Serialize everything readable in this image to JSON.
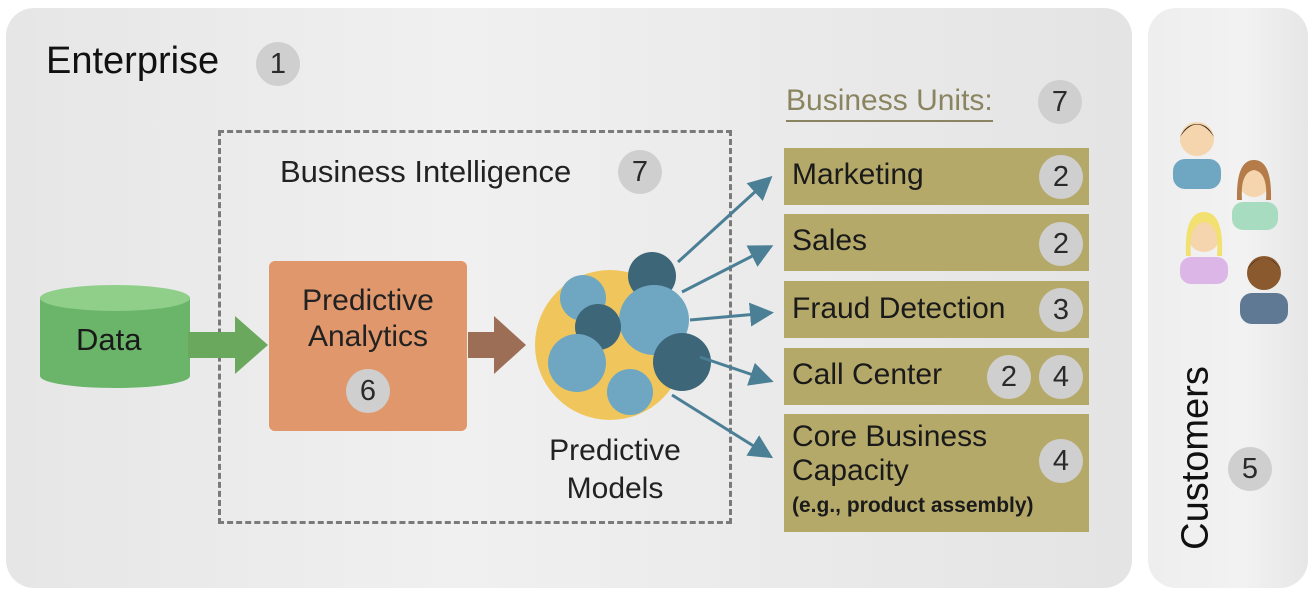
{
  "enterprise": {
    "title": "Enterprise",
    "badge": "1"
  },
  "business_intelligence": {
    "title": "Business Intelligence",
    "badge": "7"
  },
  "data_store": {
    "label": "Data"
  },
  "predictive_analytics": {
    "label": "Predictive\nAnalytics",
    "badge": "6"
  },
  "predictive_models": {
    "label": "Predictive\nModels"
  },
  "business_units": {
    "title": "Business Units:",
    "badge": "7",
    "items": [
      {
        "label": "Marketing",
        "badges": [
          "2"
        ]
      },
      {
        "label": "Sales",
        "badges": [
          "2"
        ]
      },
      {
        "label": "Fraud Detection",
        "badges": [
          "3"
        ]
      },
      {
        "label": "Call Center",
        "badges": [
          "2",
          "4"
        ]
      },
      {
        "label": "Core Business\nCapacity",
        "sublabel": "(e.g., product assembly)",
        "badges": [
          "4"
        ]
      }
    ]
  },
  "customers": {
    "label": "Customers",
    "badge": "5"
  },
  "colors": {
    "data_green": "#6ab56a",
    "analytics_orange": "#e0976c",
    "unit_olive": "#b5a96a",
    "arrow_blue": "#4a7f95",
    "badge_gray": "#cfcfcf"
  }
}
